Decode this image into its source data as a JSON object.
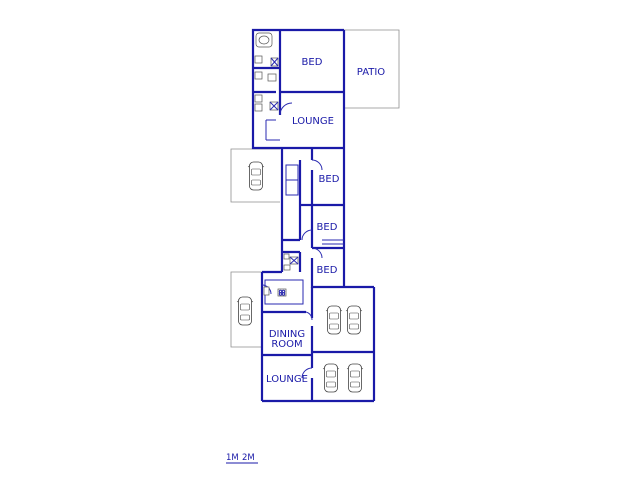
{
  "rooms": {
    "bed_top": "BED",
    "patio": "PATIO",
    "lounge_top": "LOUNGE",
    "bed_2": "BED",
    "bed_3": "BED",
    "bed_4": "BED",
    "dining_line1": "DINING",
    "dining_line2": "ROOM",
    "lounge_bottom": "LOUNGE"
  },
  "scale": {
    "label_1": "1M",
    "label_2": "2M"
  },
  "icons": [
    "car-icon",
    "toilet-icon",
    "bathtub-icon",
    "basin-icon",
    "stove-icon"
  ],
  "colors": {
    "walls": "#1a1aa8",
    "external": "#8f8f8f"
  }
}
